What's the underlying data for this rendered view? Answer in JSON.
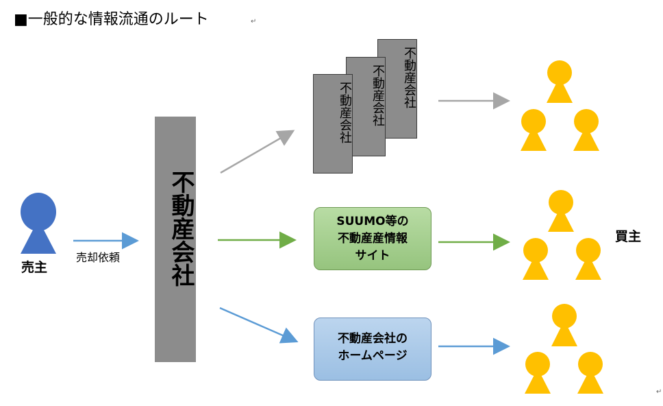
{
  "title": "■一般的な情報流通のルート",
  "seller_label": "売主",
  "arrow_label": "売却依頼",
  "agency_label": "不動産会社",
  "cards": [
    "不動産会社",
    "不動産会社",
    "不動産会社"
  ],
  "suumo_box": {
    "line1": "SUUMO等の",
    "line2": "不動産産情報",
    "line3": "サイト"
  },
  "homepage_box": {
    "line1": "不動産会社の",
    "line2": "ホームページ"
  },
  "buyer_label": "買主",
  "colors": {
    "seller": "#4472c4",
    "buyer": "#ffc000",
    "gray_arrow": "#a6a6a6",
    "green_arrow": "#70ad47",
    "blue_arrow": "#5b9bd5"
  }
}
